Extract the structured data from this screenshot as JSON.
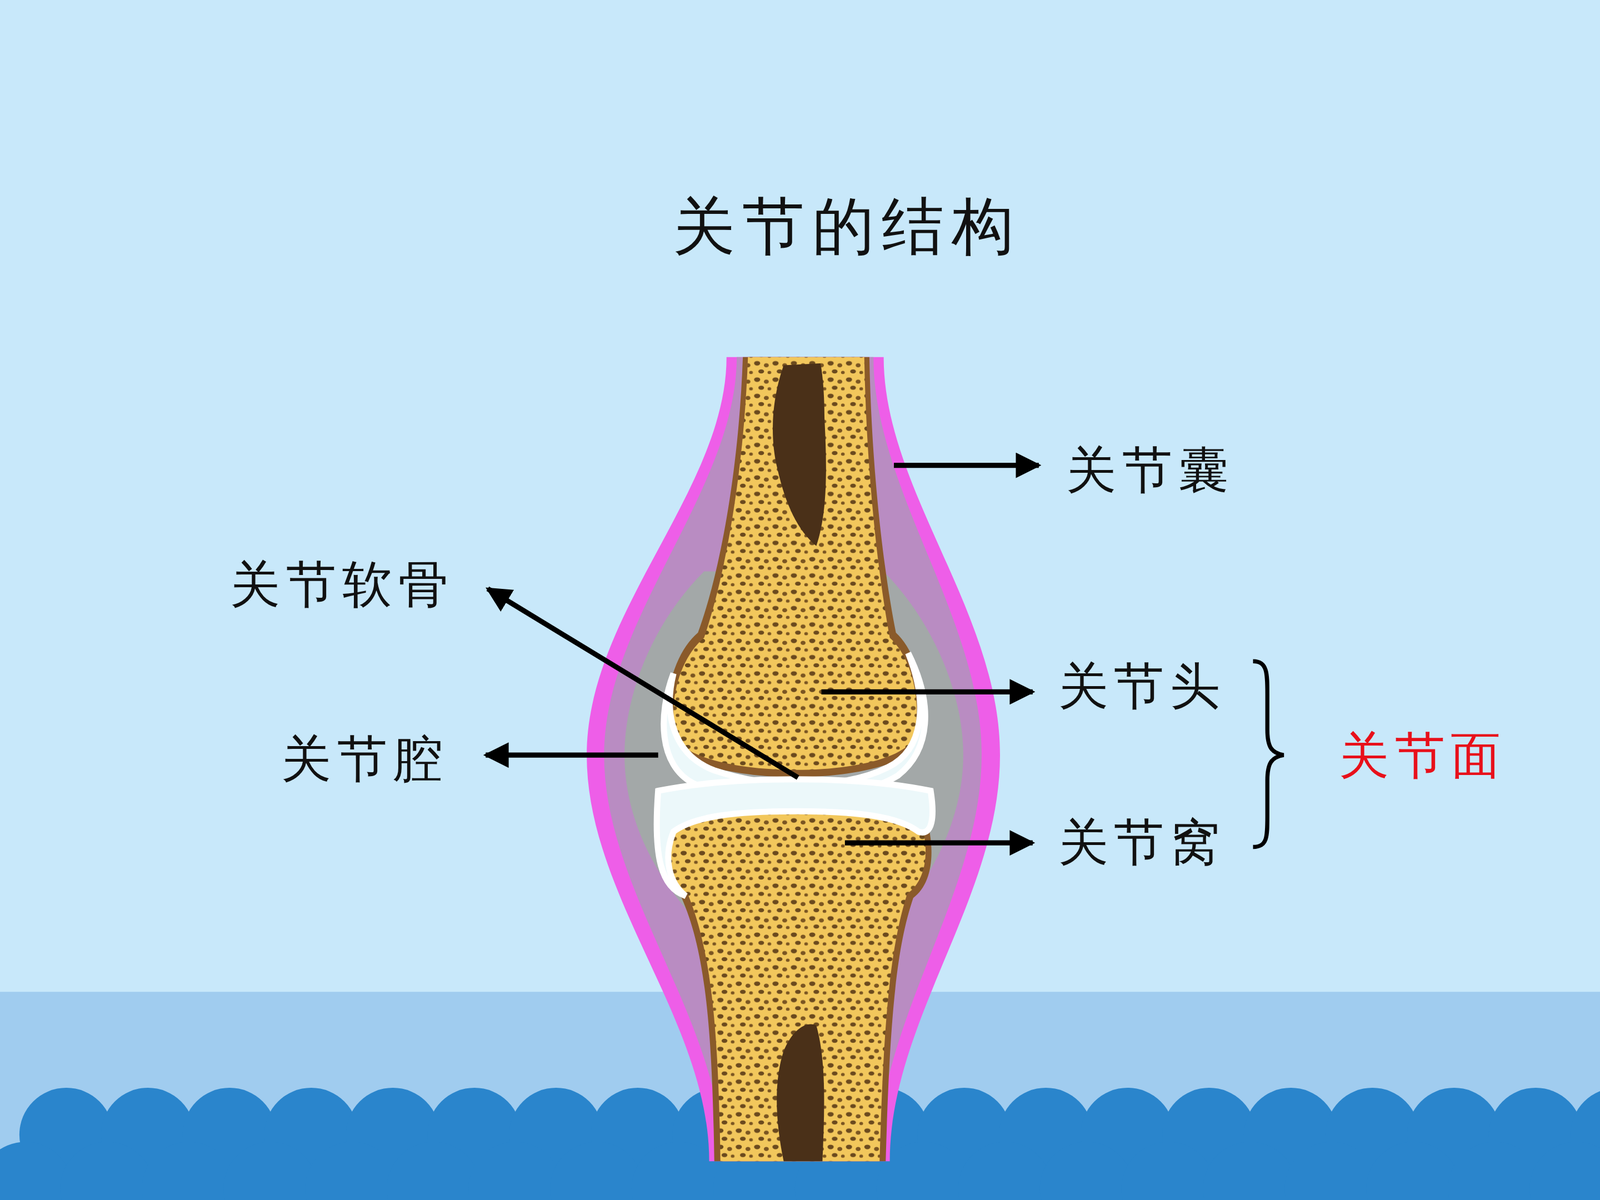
{
  "diagram": {
    "title": "关节的结构",
    "labels": [
      "关节囊",
      "关节软骨",
      "关节头",
      "关节腔",
      "关节窝",
      "关节面"
    ]
  }
}
